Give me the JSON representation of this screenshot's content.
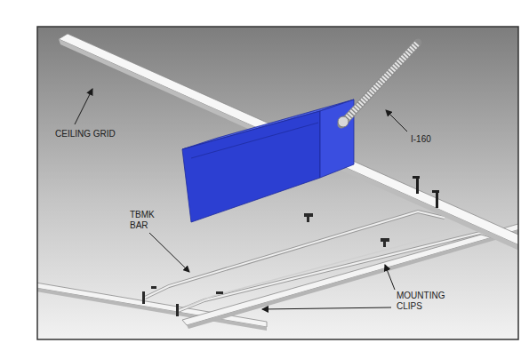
{
  "diagram": {
    "labels": [
      "CEILING GRID",
      "I-160",
      "TBMK BAR",
      "MOUNTING CLIPS"
    ]
  }
}
